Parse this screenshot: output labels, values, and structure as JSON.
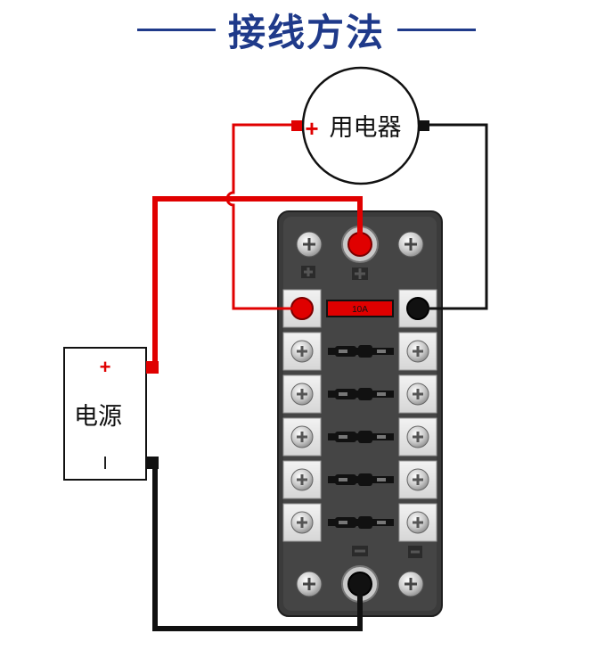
{
  "title": "接线方法",
  "load": {
    "label": "用电器",
    "plus": "+"
  },
  "power": {
    "label": "电源",
    "plus": "+",
    "minus": "I"
  },
  "fuse": {
    "rating": "10A"
  },
  "colors": {
    "positive_wire": "#e00000",
    "negative_wire": "#111111",
    "title_blue": "#1f3a8a",
    "fuse_block": "#3a3a3a",
    "fuse_red": "#e00000"
  }
}
